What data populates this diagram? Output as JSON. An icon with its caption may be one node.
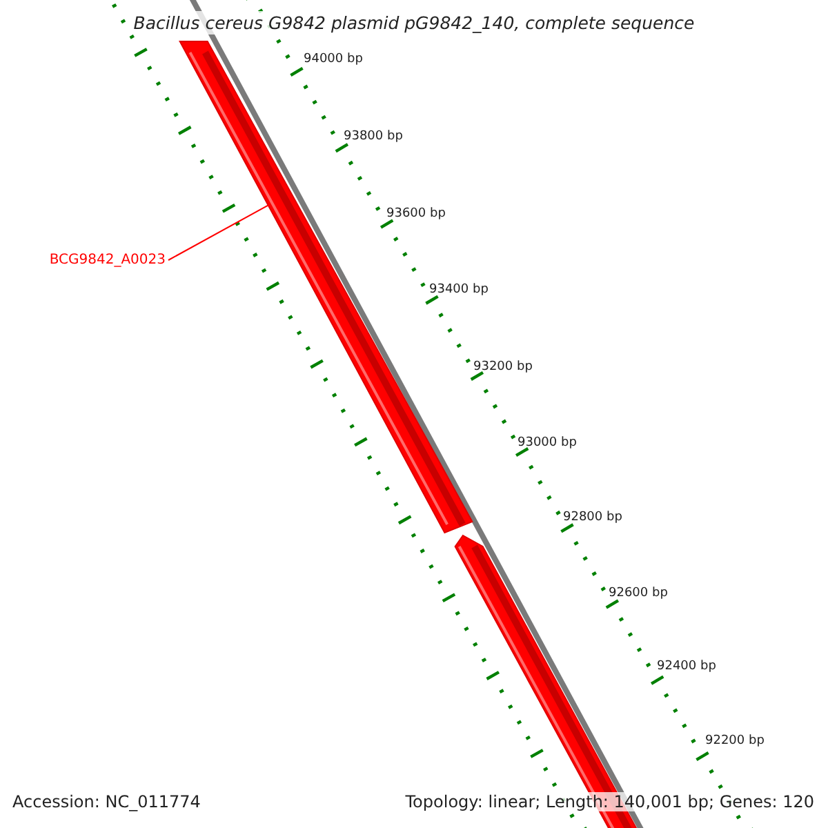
{
  "diagram": {
    "title": "Bacillus cereus G9842 plasmid pG9842_140, complete sequence",
    "nodes": [
      {
        "text": [
          "BCG9842_A0023"
        ]
      },
      {
        "text": [],
        "shape": "bar"
      }
    ],
    "edges": [
      {
        "from": 0,
        "to": 1,
        "arrow": "none"
      }
    ],
    "labels": [
      "94000 bp",
      "93800 bp",
      "93600 bp",
      "93400 bp",
      "93200 bp",
      "93000 bp",
      "92800 bp",
      "92600 bp",
      "92400 bp",
      "92200 bp",
      "Accession: NC_011774",
      "Topology: linear; Length: 140,001 bp; Genes: 120"
    ]
  }
}
